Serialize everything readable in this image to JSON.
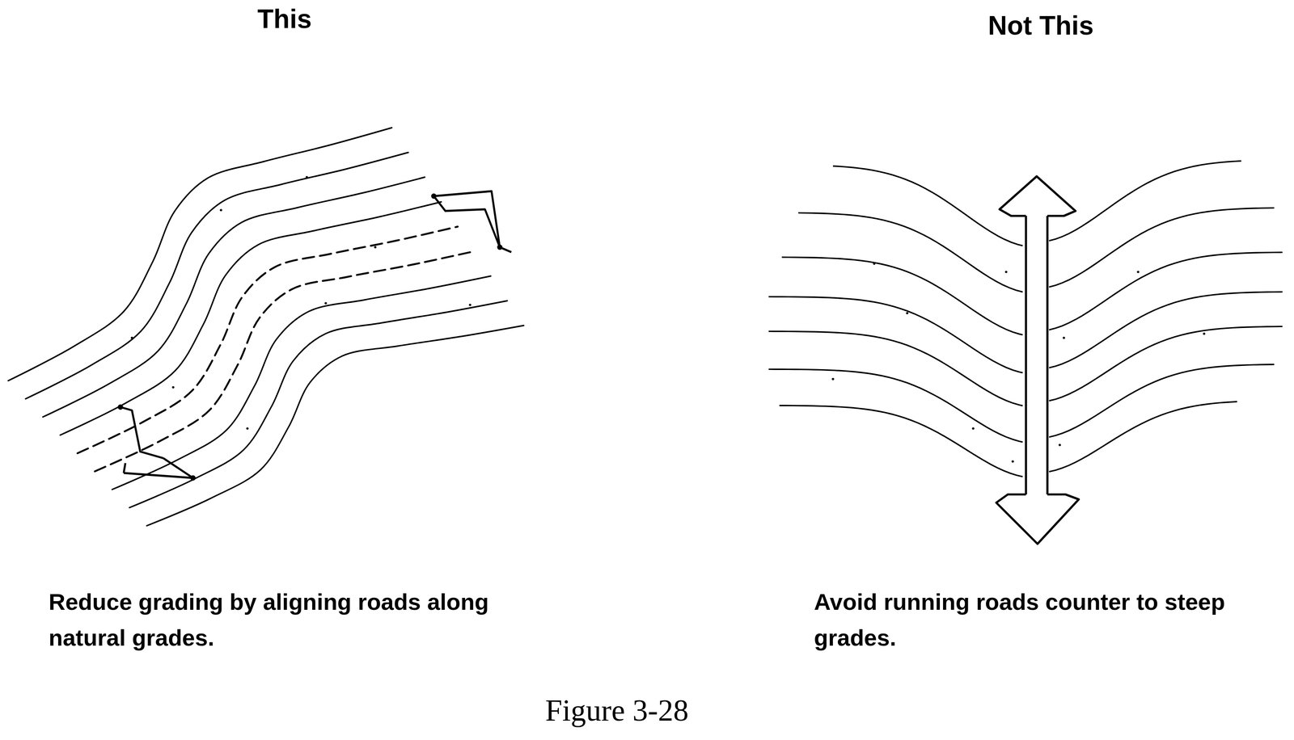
{
  "diagram": {
    "caption": "Figure 3-28",
    "labels": [
      "This",
      "Reduce grading by aligning roads along natural grades.",
      "Not This",
      "Avoid running roads counter to steep grades."
    ]
  }
}
